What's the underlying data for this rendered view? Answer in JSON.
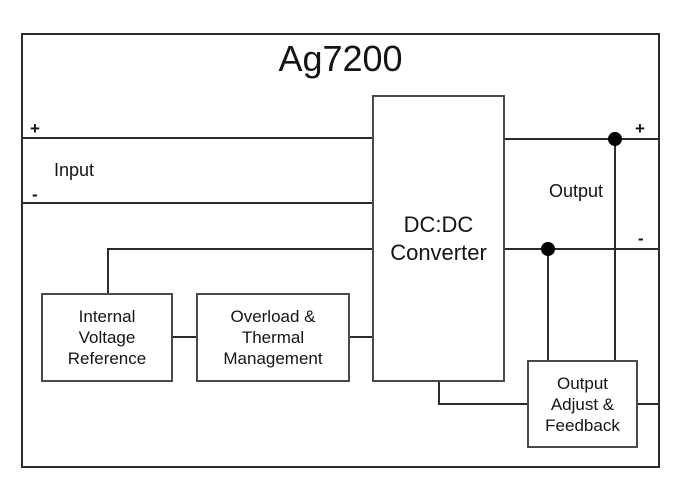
{
  "diagram": {
    "title": "Ag7200",
    "input": {
      "plus": "+",
      "minus": "-",
      "label": "Input"
    },
    "output": {
      "plus": "+",
      "minus": "-",
      "label": "Output"
    },
    "blocks": {
      "dcdc_converter": {
        "label": "DC:DC\nConverter"
      },
      "internal_voltage_reference": {
        "label": "Internal\nVoltage\nReference"
      },
      "overload_thermal_management": {
        "label": "Overload &\nThermal\nManagement"
      },
      "output_adjust_feedback": {
        "label": "Output\nAdjust &\nFeedback"
      }
    }
  }
}
